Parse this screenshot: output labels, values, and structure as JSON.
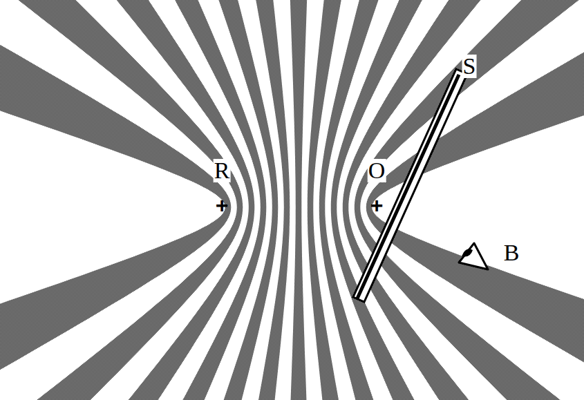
{
  "diagram": {
    "labels": [
      "R",
      "+",
      "O",
      "+",
      "S",
      "B"
    ]
  }
}
